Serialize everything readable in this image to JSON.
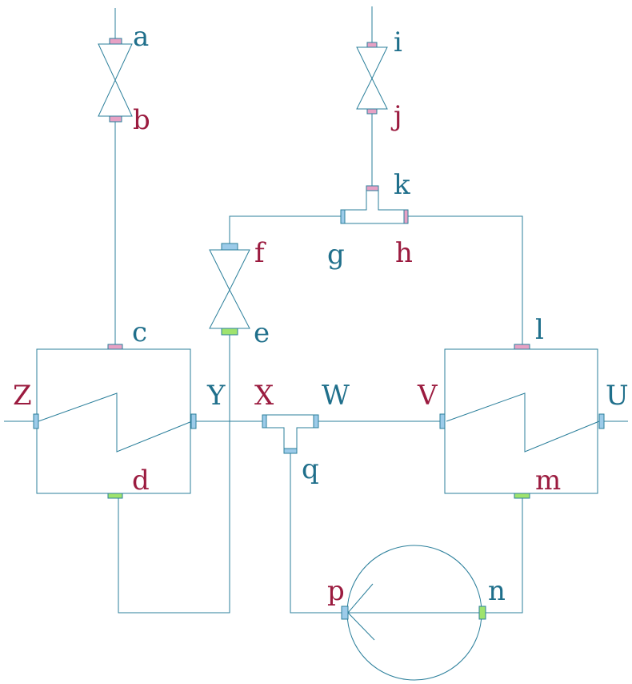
{
  "colors": {
    "line": "#2b7f9b",
    "label_teal": "#1f6f8b",
    "label_red": "#9b1b3f",
    "port_pink": "#e7a1c4",
    "port_blue": "#9ccbe9",
    "port_green": "#9fe36e"
  },
  "labels": {
    "a": "a",
    "b": "b",
    "c": "c",
    "d": "d",
    "e": "e",
    "f": "f",
    "g": "g",
    "h": "h",
    "i": "i",
    "j": "j",
    "k": "k",
    "l": "l",
    "m": "m",
    "n": "n",
    "p": "p",
    "q": "q",
    "U": "U",
    "V": "V",
    "W": "W",
    "X": "X",
    "Y": "Y",
    "Z": "Z"
  },
  "components": {
    "valves": [
      "valve-ab",
      "valve-ij",
      "valve-ef"
    ],
    "heat_exchangers": [
      "heat-exchanger-left",
      "heat-exchanger-right"
    ],
    "tees": [
      "tee-ghk",
      "tee-xwq"
    ],
    "pump": "pump-pn"
  }
}
